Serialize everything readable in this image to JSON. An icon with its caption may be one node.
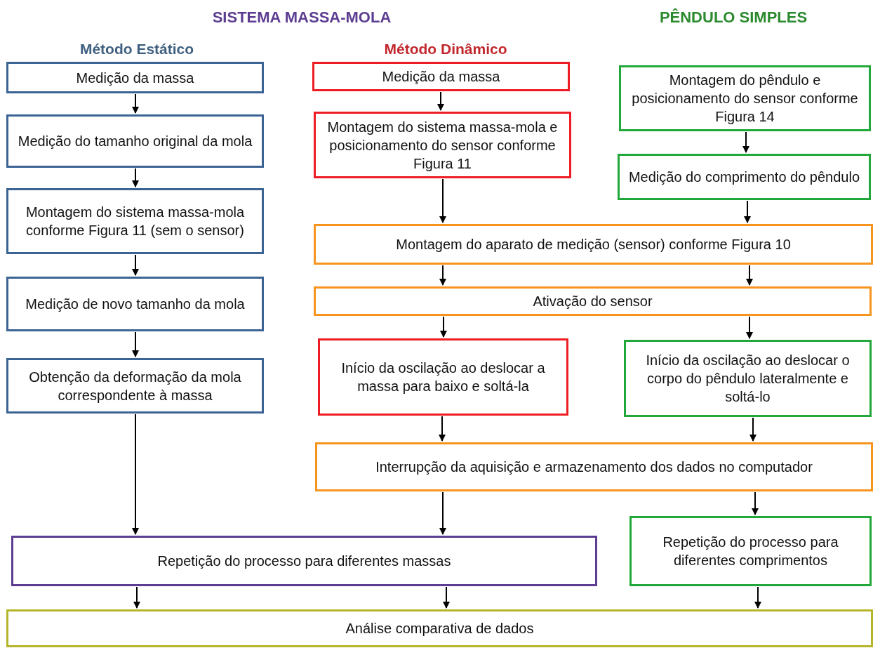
{
  "diagram": {
    "nodes": [
      {
        "text": [
          "Medição da massa"
        ]
      },
      {
        "text": [
          "Medição do tamanho original da mola"
        ]
      },
      {
        "text": [
          "Montagem do sistema massa-mola conforme Figura 11 (sem o sensor)"
        ]
      },
      {
        "text": [
          "Medição de novo tamanho da mola"
        ]
      },
      {
        "text": [
          "Obtenção da deformação da mola correspondente à massa"
        ]
      },
      {
        "text": [
          "Medição da massa"
        ]
      },
      {
        "text": [
          "Montagem do sistema massa-mola e posicionamento do sensor conforme Figura 11"
        ]
      },
      {
        "text": [
          "Montagem do pêndulo e posicionamento do sensor conforme Figura 14"
        ]
      },
      {
        "text": [
          "Medição do comprimento do pêndulo"
        ]
      },
      {
        "text": [
          "Montagem do aparato de medição (sensor) conforme Figura 10"
        ]
      },
      {
        "text": [
          "Ativação do sensor"
        ]
      },
      {
        "text": [
          "Início da oscilação ao deslocar a massa para baixo e soltá-la"
        ]
      },
      {
        "text": [
          "Início da oscilação ao deslocar o corpo do pêndulo lateralmente e soltá-lo"
        ]
      },
      {
        "text": [
          "Interrupção da aquisição e armazenamento dos dados no computador"
        ]
      },
      {
        "text": [
          "Repetição do processo para diferentes massas"
        ]
      },
      {
        "text": [
          "Repetição do processo para diferentes comprimentos"
        ]
      },
      {
        "text": [
          "Análise comparativa de dados"
        ]
      }
    ],
    "edges": [
      {
        "from": 0,
        "to": 1,
        "arrow": "to"
      },
      {
        "from": 1,
        "to": 2,
        "arrow": "to"
      },
      {
        "from": 2,
        "to": 3,
        "arrow": "to"
      },
      {
        "from": 3,
        "to": 4,
        "arrow": "to"
      },
      {
        "from": 4,
        "to": 14,
        "arrow": "to"
      },
      {
        "from": 5,
        "to": 6,
        "arrow": "to"
      },
      {
        "from": 6,
        "to": 9,
        "arrow": "to"
      },
      {
        "from": 7,
        "to": 8,
        "arrow": "to"
      },
      {
        "from": 8,
        "to": 9,
        "arrow": "to"
      },
      {
        "from": 9,
        "to": 10,
        "arrow": "to"
      },
      {
        "from": 9,
        "to": 10,
        "arrow": "to"
      },
      {
        "from": 10,
        "to": 11,
        "arrow": "to"
      },
      {
        "from": 10,
        "to": 12,
        "arrow": "to"
      },
      {
        "from": 11,
        "to": 13,
        "arrow": "to"
      },
      {
        "from": 12,
        "to": 13,
        "arrow": "to"
      },
      {
        "from": 13,
        "to": 14,
        "arrow": "to"
      },
      {
        "from": 13,
        "to": 15,
        "arrow": "to"
      },
      {
        "from": 14,
        "to": 16,
        "arrow": "to"
      },
      {
        "from": 14,
        "to": 16,
        "arrow": "to"
      },
      {
        "from": 15,
        "to": 16,
        "arrow": "to"
      }
    ],
    "labels": [
      "SISTEMA MASSA-MOLA",
      "PÊNDULO SIMPLES",
      "Método Estático",
      "Método Dinâmico"
    ]
  }
}
